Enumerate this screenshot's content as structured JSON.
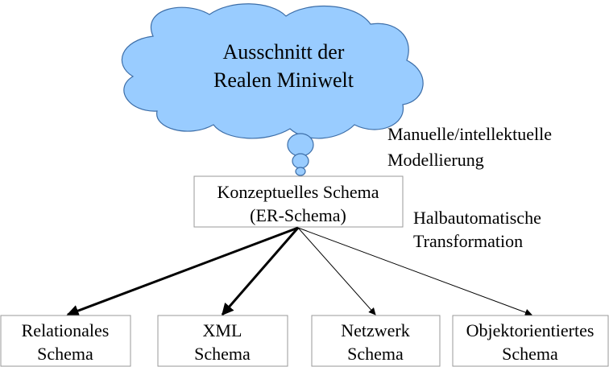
{
  "cloud": {
    "line1": "Ausschnitt der",
    "line2": "Realen Miniwelt",
    "fill": "#99ccff",
    "stroke": "#3d6ea8"
  },
  "annotations": {
    "manual_line1": "Manuelle/intellektuelle",
    "manual_line2": "Modellierung",
    "auto_line1": "Halbautomatische",
    "auto_line2": "Transformation"
  },
  "conceptual": {
    "line1": "Konzeptuelles Schema",
    "line2": "(ER-Schema)"
  },
  "targets": [
    {
      "line1": "Relationales",
      "line2": "Schema"
    },
    {
      "line1": "XML",
      "line2": "Schema"
    },
    {
      "line1": "Netzwerk",
      "line2": "Schema"
    },
    {
      "line1": "Objektorientiertes",
      "line2": "Schema"
    }
  ],
  "box_stroke": "#999999",
  "arrow_color": "#000000"
}
